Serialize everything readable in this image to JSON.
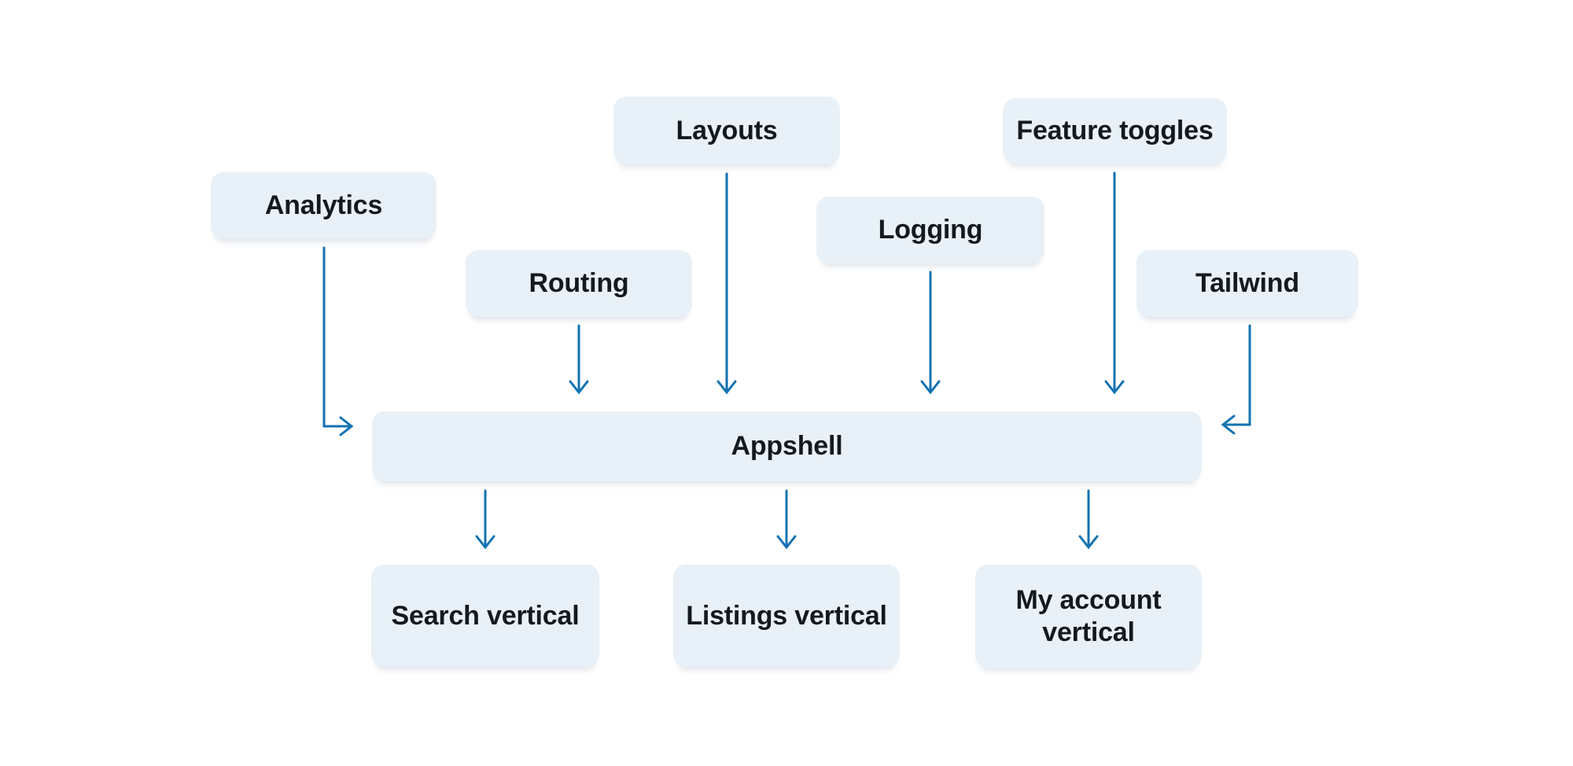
{
  "diagram": {
    "background_color": "#ffffff",
    "node_fill_color": "#e8f1f7",
    "node_text_color": "#14191f",
    "arrow_color": "#1272b2",
    "nodes": {
      "analytics": {
        "label": "Analytics"
      },
      "routing": {
        "label": "Routing"
      },
      "layouts": {
        "label": "Layouts"
      },
      "logging": {
        "label": "Logging"
      },
      "feature_toggles": {
        "label": "Feature toggles"
      },
      "tailwind": {
        "label": "Tailwind"
      },
      "appshell": {
        "label": "Appshell"
      },
      "search_vertical": {
        "label": "Search vertical"
      },
      "listings_vertical": {
        "label": "Listings vertical"
      },
      "my_account_vertical": {
        "label": "My account vertical"
      }
    },
    "edges": [
      {
        "from": "Analytics",
        "to": "Appshell"
      },
      {
        "from": "Routing",
        "to": "Appshell"
      },
      {
        "from": "Layouts",
        "to": "Appshell"
      },
      {
        "from": "Logging",
        "to": "Appshell"
      },
      {
        "from": "Feature toggles",
        "to": "Appshell"
      },
      {
        "from": "Tailwind",
        "to": "Appshell"
      },
      {
        "from": "Appshell",
        "to": "Search vertical"
      },
      {
        "from": "Appshell",
        "to": "Listings vertical"
      },
      {
        "from": "Appshell",
        "to": "My account vertical"
      }
    ]
  }
}
